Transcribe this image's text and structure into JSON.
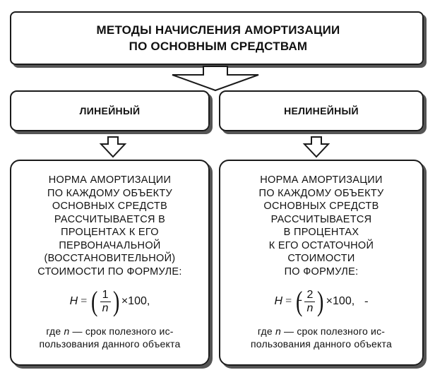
{
  "title": {
    "line1": "МЕТОДЫ НАЧИСЛЕНИЯ АМОРТИЗАЦИИ",
    "line2": "ПО ОСНОВНЫМ СРЕДСТВАМ"
  },
  "methods": [
    {
      "label": "ЛИНЕЙНЫЙ",
      "description": "НОРМА АМОРТИЗАЦИИ\nПО КАЖДОМУ ОБЪЕКТУ\nОСНОВНЫХ СРЕДСТВ\nРАССЧИТЫВАЕТСЯ В\nПРОЦЕНТАХ К ЕГО\nПЕРВОНАЧАЛЬНОЙ\n(ВОССТАНОВИТЕЛЬНОЙ)\nСТОИМОСТИ ПО ФОРМУЛЕ:",
      "formula": {
        "lhs": "H",
        "eq": "=",
        "numerator": "1",
        "denominator": "n",
        "times": "×100,",
        "prefix": "",
        "suffix": ""
      },
      "where": {
        "start": "где ",
        "var": "n",
        "rest": " — срок полезного ис-\nпользования данного объекта"
      }
    },
    {
      "label": "НЕЛИНЕЙНЫЙ",
      "description": "НОРМА АМОРТИЗАЦИИ\nПО КАЖДОМУ ОБЪЕКТУ\nОСНОВНЫХ СРЕДСТВ\nРАССЧИТЫВАЕТСЯ\nВ ПРОЦЕНТАХ\nК ЕГО ОСТАТОЧНОЙ\nСТОИМОСТИ\nПО ФОРМУЛЕ:",
      "formula": {
        "lhs": "H",
        "eq": "=",
        "numerator": "2",
        "denominator": "n",
        "times": "×100,",
        "prefix": "-",
        "suffix": "-"
      },
      "where": {
        "start": "где ",
        "var": "n",
        "rest": " — срок полезного ис-\nпользования данного объекта"
      }
    }
  ]
}
